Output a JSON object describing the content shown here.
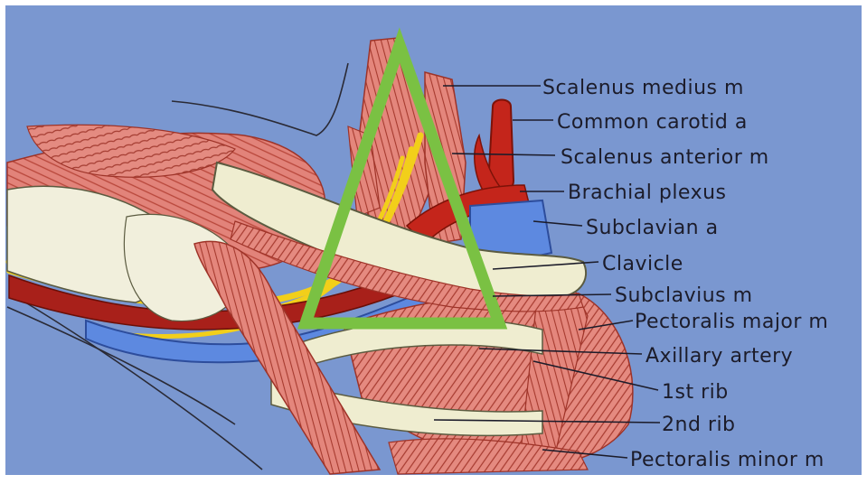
{
  "diagram": {
    "labels": [
      "Scalenus medius m",
      "Common carotid a",
      "Scalenus anterior m",
      "Brachial plexus",
      "Subclavian a",
      "Clavicle",
      "Subclavius m",
      "Pectoralis major m",
      "Axillary artery",
      "1st rib",
      "2nd rib",
      "Pectoralis minor m"
    ],
    "colors": {
      "background": "#7a97d0",
      "muscle": "#e2837a",
      "muscle_dark": "#b8463a",
      "artery": "#c4251b",
      "nerve": "#f2cf1a",
      "vein": "#5d89e0",
      "bone": "#efedd0",
      "triangle_outline": "#7ac143",
      "ink": "#1c1c2a"
    }
  }
}
